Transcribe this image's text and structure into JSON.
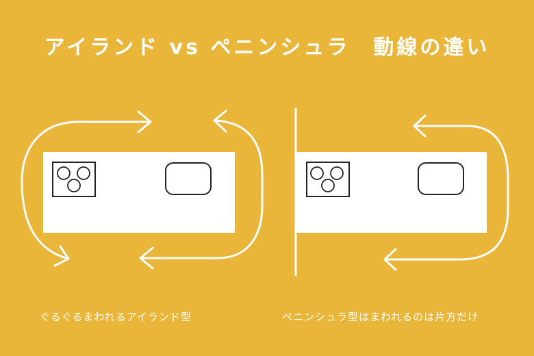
{
  "title": "アイランド vs ペニンシュラ　動線の違い",
  "captions": {
    "island": "ぐるぐるまわれるアイランド型",
    "peninsula": "ペニンシュラ型はまわれるのは片方だけ"
  },
  "colors": {
    "background": "#EAB63A",
    "foreground": "#FFFFFF",
    "outline": "#222222"
  },
  "icons": {
    "stove": "three-burner-stove-icon",
    "sink": "sink-icon"
  }
}
